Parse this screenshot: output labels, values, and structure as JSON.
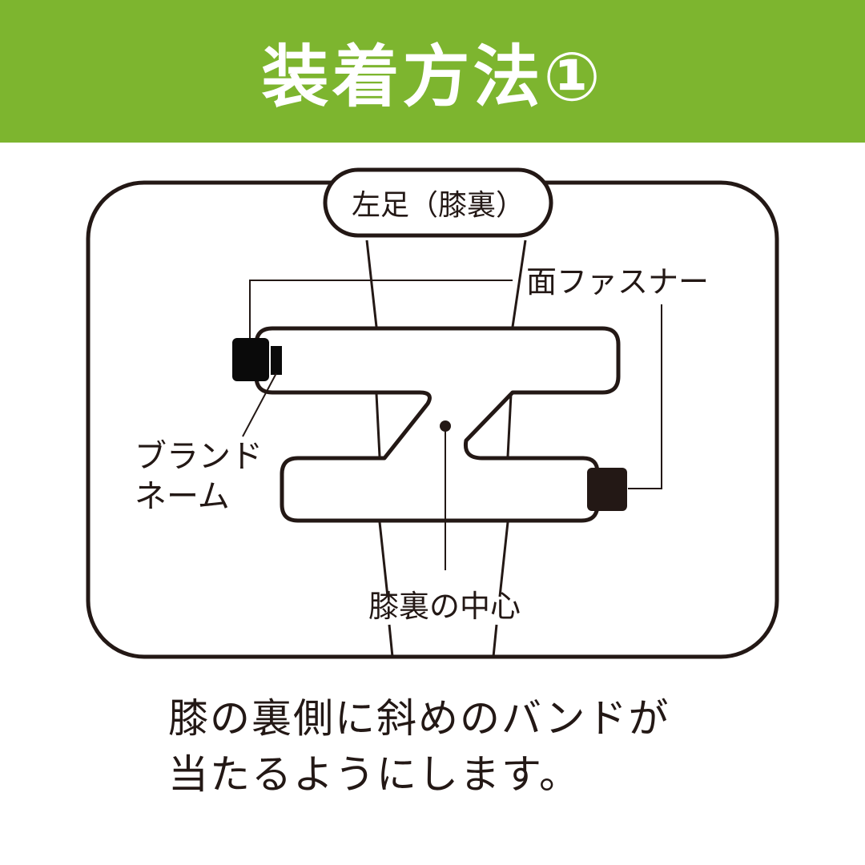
{
  "header": {
    "title": "装着方法①",
    "background_color": "#7db52f"
  },
  "diagram": {
    "leg_label": "左足（膝裏）",
    "labels": {
      "fastener": "面ファスナー",
      "brand_name_line1": "ブランド",
      "brand_name_line2": "ネーム",
      "knee_center": "膝裏の中心"
    },
    "stroke_color": "#231815"
  },
  "caption": {
    "line1": "膝の裏側に斜めのバンドが",
    "line2": "当たるようにします。"
  },
  "icons": {
    "fastener_tab_left": "square-tab-icon",
    "fastener_tab_right": "square-tab-icon"
  }
}
